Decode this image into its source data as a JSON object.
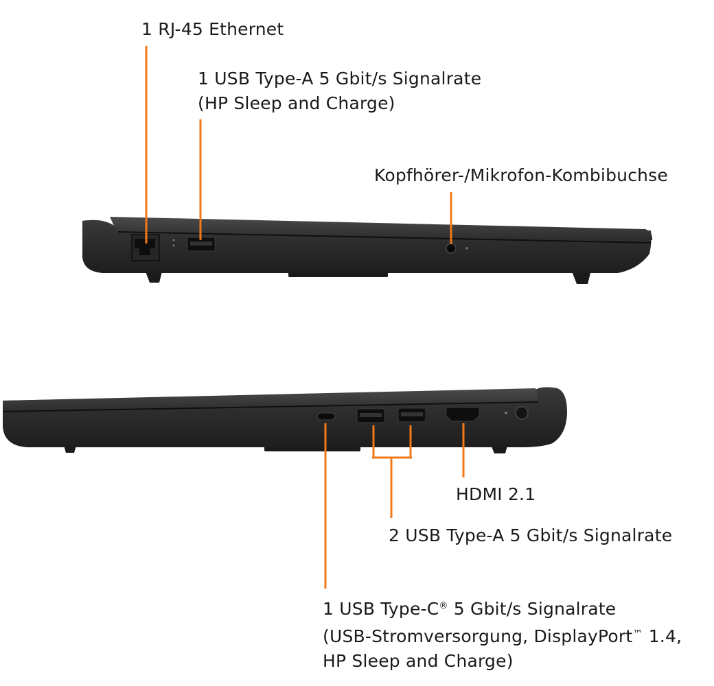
{
  "left_side": {
    "callouts": {
      "rj45": "1 RJ-45 Ethernet",
      "usb_a_line1": "1 USB Type-A 5 Gbit/s Signalrate",
      "usb_a_line2": "(HP Sleep and Charge)",
      "audio_jack": "Kopfhörer-/Mikrofon-Kombibuchse"
    }
  },
  "right_side": {
    "callouts": {
      "hdmi": "HDMI 2.1",
      "usb_a_pair": "2 USB Type-A 5 Gbit/s Signalrate",
      "usb_c_line1_a": "1 USB Type-C",
      "usb_c_line1_reg": "®",
      "usb_c_line1_b": " 5 Gbit/s Signalrate",
      "usb_c_line2_a": "(USB-Stromversorgung, DisplayPort",
      "usb_c_line2_tm": "™",
      "usb_c_line2_b": " 1.4,",
      "usb_c_line3": "HP Sleep and Charge)"
    }
  },
  "colors": {
    "callout_line": "#f07a1a",
    "chassis": "#2e2e30",
    "chassis_dark": "#1c1c1d"
  }
}
